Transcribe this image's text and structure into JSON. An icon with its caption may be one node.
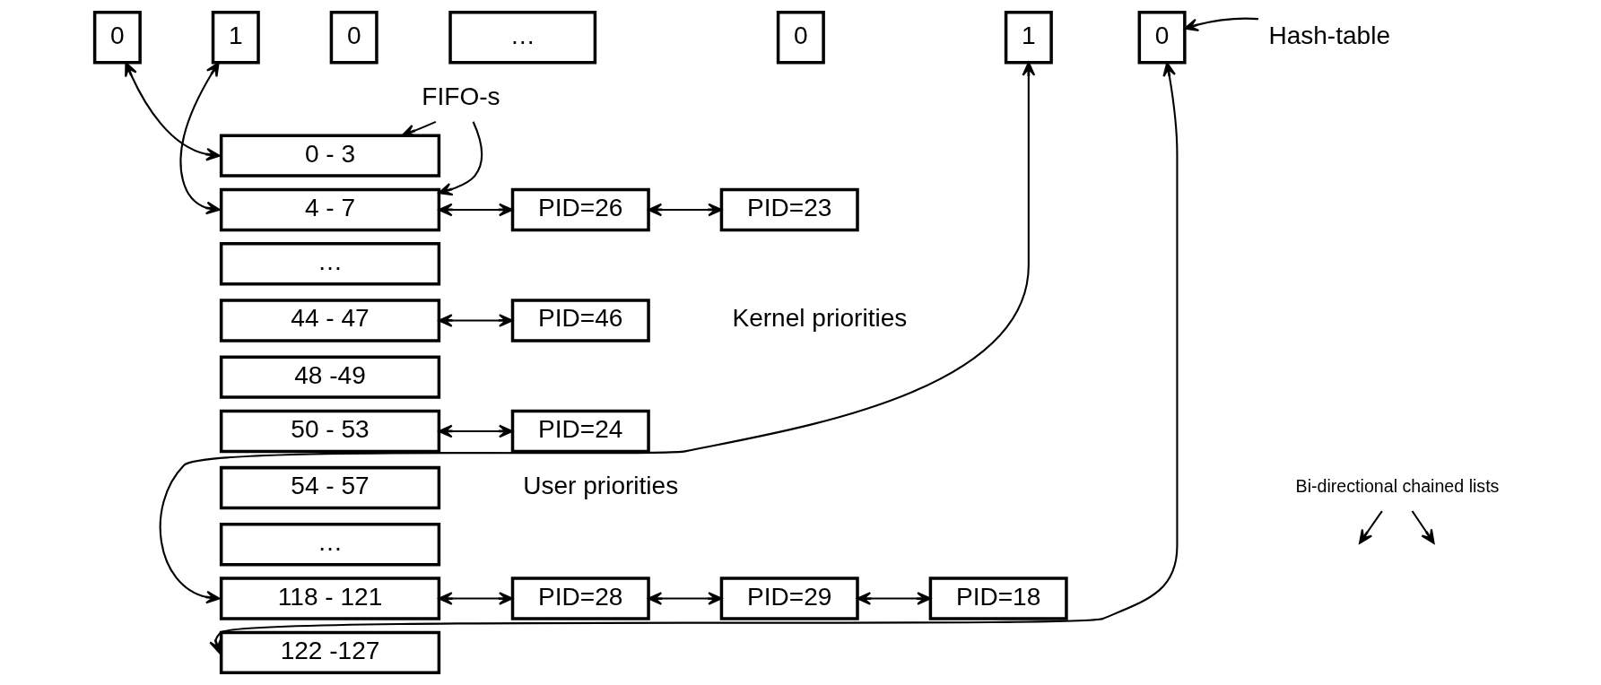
{
  "diagram": {
    "nodes": [
      {
        "text": [
          "0"
        ]
      },
      {
        "text": [
          "1"
        ]
      },
      {
        "text": [
          "0"
        ]
      },
      {
        "text": [
          "…"
        ]
      },
      {
        "text": [
          "0"
        ]
      },
      {
        "text": [
          "1"
        ]
      },
      {
        "text": [
          "0"
        ]
      },
      {
        "text": [
          "0 - 3"
        ]
      },
      {
        "text": [
          "4 - 7"
        ]
      },
      {
        "text": [
          "…"
        ]
      },
      {
        "text": [
          "44 - 47"
        ]
      },
      {
        "text": [
          "48 -49"
        ]
      },
      {
        "text": [
          "50 - 53"
        ]
      },
      {
        "text": [
          "54 - 57"
        ]
      },
      {
        "text": [
          "…"
        ]
      },
      {
        "text": [
          "118 - 121"
        ]
      },
      {
        "text": [
          "122 -127"
        ]
      },
      {
        "text": [
          "PID=26"
        ]
      },
      {
        "text": [
          "PID=23"
        ]
      },
      {
        "text": [
          "PID=46"
        ]
      },
      {
        "text": [
          "PID=24"
        ]
      },
      {
        "text": [
          "PID=28"
        ]
      },
      {
        "text": [
          "PID=29"
        ]
      },
      {
        "text": [
          "PID=18"
        ]
      },
      {
        "text": [
          "Hash-table"
        ]
      },
      {
        "text": [
          "FIFO-s"
        ]
      },
      {
        "text": [
          "Bi-directional chained lists"
        ]
      }
    ],
    "edges": [
      {
        "from": 0,
        "to": 7,
        "arrow": "both"
      },
      {
        "from": 1,
        "to": 8,
        "arrow": "both"
      },
      {
        "from": 5,
        "to": 15,
        "arrow": "both"
      },
      {
        "from": 6,
        "to": 16,
        "arrow": "both"
      },
      {
        "from": 8,
        "to": 17,
        "arrow": "both"
      },
      {
        "from": 17,
        "to": 18,
        "arrow": "both"
      },
      {
        "from": 10,
        "to": 19,
        "arrow": "both"
      },
      {
        "from": 12,
        "to": 20,
        "arrow": "both"
      },
      {
        "from": 15,
        "to": 21,
        "arrow": "both"
      },
      {
        "from": 21,
        "to": 22,
        "arrow": "both"
      },
      {
        "from": 22,
        "to": 23,
        "arrow": "both"
      },
      {
        "from": 24,
        "to": 6,
        "arrow": "to"
      },
      {
        "from": 25,
        "to": 7,
        "arrow": "to"
      },
      {
        "from": 25,
        "to": 8,
        "arrow": "to"
      },
      {
        "from": 26,
        "to": null,
        "arrow": "to"
      },
      {
        "from": 26,
        "to": null,
        "arrow": "to"
      }
    ],
    "labels": [
      "Kernel priorities",
      "User priorities"
    ]
  }
}
